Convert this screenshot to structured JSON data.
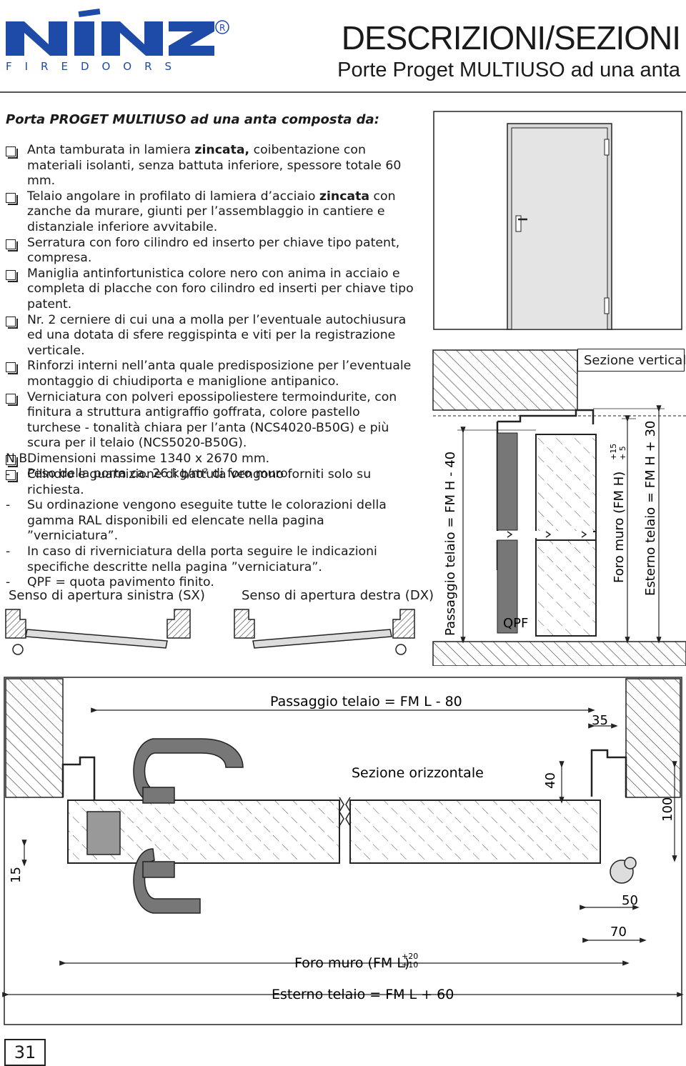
{
  "brand": {
    "logo_text": "NINZ",
    "registered": "®",
    "subtitle": "FIREDOORS"
  },
  "header": {
    "title": "DESCRIZIONI/SEZIONI",
    "subtitle": "Porte Proget MULTIUSO ad una anta"
  },
  "intro": "Porta PROGET MULTIUSO ad una anta composta da:",
  "features": [
    {
      "before": "Anta tamburata in lamiera ",
      "bold": "zincata,",
      "after": " coibentazione con materiali isolanti, senza battuta inferiore, spessore  totale 60 mm."
    },
    {
      "before": "Telaio angolare in profilato di lamiera d’acciaio ",
      "bold": "zincata",
      "after": " con zanche da murare, giunti per l’assemblaggio in cantiere e distanziale inferiore avvitabile."
    },
    {
      "before": "Serratura con foro cilindro ed inserto per chiave tipo patent, compresa.",
      "bold": "",
      "after": ""
    },
    {
      "before": "Maniglia antinfortunistica colore nero con anima in acciaio e completa di placche con foro cilindro ed inserti per chiave tipo patent.",
      "bold": "",
      "after": ""
    },
    {
      "before": "Nr. 2 cerniere  di cui una a molla per l’eventuale autochiusura ed una dotata di sfere reggispinta e viti per la registrazione verticale.",
      "bold": "",
      "after": ""
    },
    {
      "before": "Rinforzi interni nell’anta quale predisposizione per l’eventuale montaggio di chiudiporta e maniglione antipanico.",
      "bold": "",
      "after": ""
    },
    {
      "before": "Verniciatura con polveri epossipoliestere termoindurite, con finitura a struttura antigraffio goffrata, colore pastello turchese - tonalità chiara per l’anta (NCS4020-B50G) e più scura per il telaio (NCS5020-B50G).",
      "bold": "",
      "after": ""
    },
    {
      "before": "Dimensioni massime  1340 x 2670 mm.",
      "bold": "",
      "after": ""
    },
    {
      "before": "Peso della porta ca. 26 kg/m² di foro muro.",
      "bold": "",
      "after": ""
    }
  ],
  "nb_title": "N.B.",
  "notes": [
    "Cilindro e guarnizione di battuta vengono forniti solo su richiesta.",
    "Su ordinazione vengono eseguite tutte le colorazioni della gamma RAL disponibili ed elencate nella pagina ”verniciatura”.",
    "In caso di riverniciatura della porta seguire le indicazioni specifiche descritte nella pagina ”verniciatura”.",
    "QPF = quota pavimento finito."
  ],
  "opening": {
    "left": "Senso di apertura sinistra (SX)",
    "right": "Senso di apertura destra (DX)"
  },
  "vertical_section": {
    "title": "Sezione verticale",
    "dim_passage": "Passaggio telaio = FM H - 40",
    "dim_wall": "Foro muro (FM H)",
    "dim_wall_tol_top": "+15",
    "dim_wall_tol_bottom": "+ 5",
    "dim_outer": "Esterno telaio = FM H + 30",
    "qpf": "QPF"
  },
  "horizontal_section": {
    "title": "Sezione orizzontale",
    "dim_passage": "Passaggio telaio = FM L - 80",
    "dim_wall": "Foro muro (FM L)",
    "dim_wall_tol_top": "+20",
    "dim_wall_tol_bottom": "+10",
    "dim_outer": "Esterno telaio = FM L + 60",
    "d35": "35",
    "d40": "40",
    "d100": "100",
    "d15": "15",
    "d50": "50",
    "d70": "70"
  },
  "page_number": "31",
  "colors": {
    "brand_blue": "#1e4aa8",
    "hatch": "#333333",
    "door_grey": "#e2e2e2",
    "core_grey": "#c9c9c9"
  }
}
